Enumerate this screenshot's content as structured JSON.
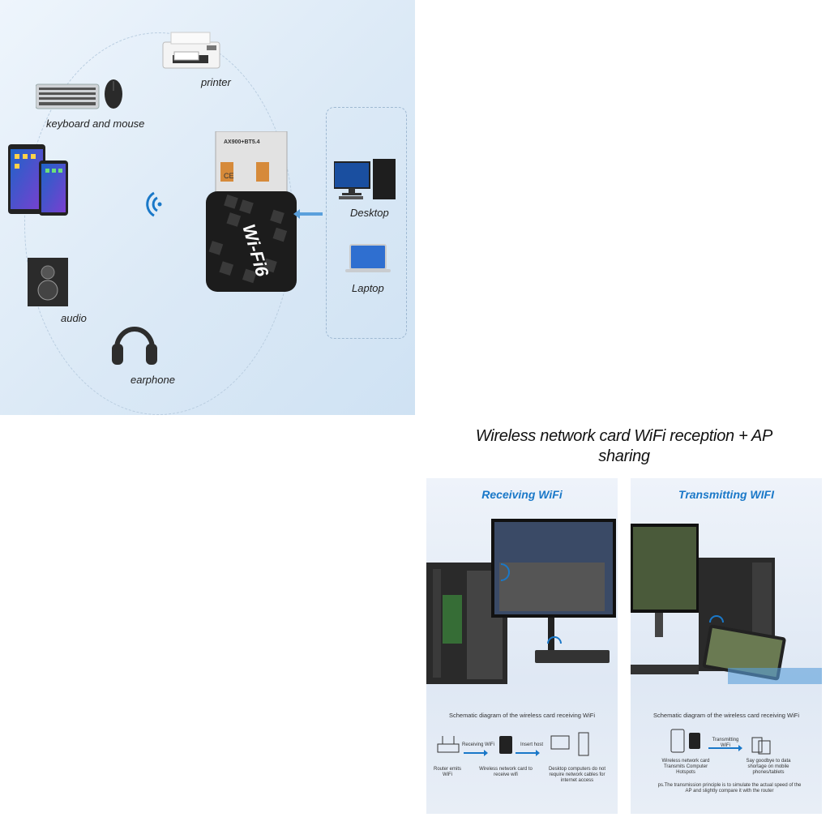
{
  "devices": {
    "printer": "printer",
    "keyboard_mouse": "keyboard and mouse",
    "audio": "audio",
    "earphone": "earphone",
    "desktop": "Desktop",
    "laptop": "Laptop"
  },
  "dongle": {
    "model_text": "AX900+BT5.4",
    "brand_text": "Wi-Fi6",
    "ce_mark": "CE"
  },
  "section_title": "Wireless network card WiFi reception + AP sharing",
  "left_panel": {
    "title": "Receiving WiFi",
    "schematic_title": "Schematic diagram of the wireless card receiving WiFi",
    "router_label": "Router emits WiFi",
    "receiving_label": "Receiving WiFi",
    "insert_label": "Insert host",
    "card_label": "Wireless network card to receive wifi",
    "desktop_label": "Desktop computers do not require network cables for internet access"
  },
  "right_panel": {
    "title": "Transmitting WIFI",
    "schematic_title": "Schematic diagram of the wireless card receiving WiFi",
    "transmit_label": "Transmitting WiFi",
    "card_label": "Wireless network card Transmits Computer Hotspots",
    "phone_label": "Say goodbye to data shortage on mobile phones/tablets",
    "note": "ps.The transmission principle is to simulate the actual speed of the AP and slightly compare it with the router"
  },
  "colors": {
    "accent": "#1a78c8",
    "panel_bg": "#e4ecf6"
  }
}
